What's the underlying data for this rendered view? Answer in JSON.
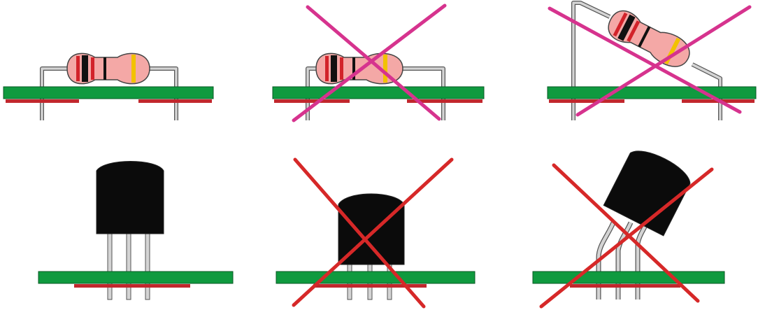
{
  "colors": {
    "background": "#ffffff",
    "board": "#0f9a3f",
    "board_outline": "#0a5a26",
    "copper_pad": "#c1272d",
    "lead": "#d4d4d4",
    "lead_outline": "#555555",
    "resistor_body": "#f4a8a6",
    "resistor_outline": "#444444",
    "band_red": "#d2232a",
    "band_black": "#111111",
    "band_gold": "#f2c200",
    "transistor_body": "#0b0b0b",
    "cross_magenta": "#d6338e",
    "cross_red": "#d62828"
  },
  "panels": [
    {
      "component": "resistor",
      "mounting": "flat-on-board",
      "verdict": "correct",
      "cross": false
    },
    {
      "component": "resistor",
      "mounting": "flat-but-lifted",
      "verdict": "incorrect",
      "cross": true,
      "cross_color": "magenta"
    },
    {
      "component": "resistor",
      "mounting": "tilted",
      "verdict": "incorrect",
      "cross": true,
      "cross_color": "magenta"
    },
    {
      "component": "transistor",
      "mounting": "upright-with-lead-length",
      "verdict": "correct",
      "cross": false
    },
    {
      "component": "transistor",
      "mounting": "pressed-to-board",
      "verdict": "incorrect",
      "cross": true,
      "cross_color": "red"
    },
    {
      "component": "transistor",
      "mounting": "tilted-bent-leads",
      "verdict": "incorrect",
      "cross": true,
      "cross_color": "red"
    }
  ]
}
